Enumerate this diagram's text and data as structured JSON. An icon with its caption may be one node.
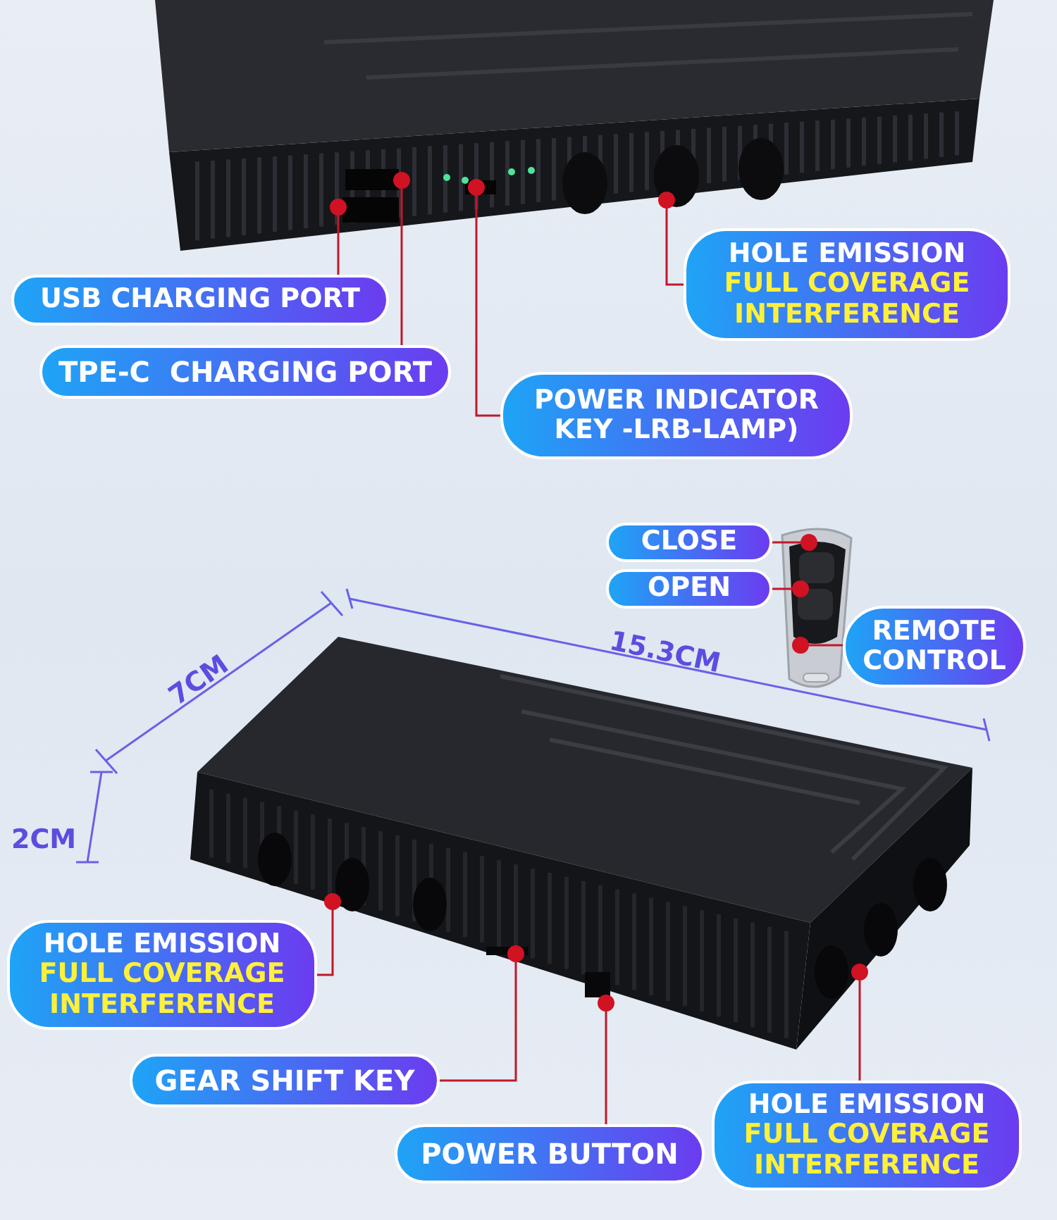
{
  "diagram": {
    "nodes": [
      {
        "text": [
          "USB CHARGING PORT"
        ]
      },
      {
        "text": [
          "TPE-C  CHARGING PORT"
        ]
      },
      {
        "text": [
          "HOLE EMISSION",
          "FULL COVERAGE INTERFERENCE"
        ]
      },
      {
        "text": [
          "POWER INDICATOR KEY -LRB-LAMP)"
        ]
      },
      {
        "text": [
          "CLOSE"
        ]
      },
      {
        "text": [
          "OPEN"
        ]
      },
      {
        "text": [
          "REMOTE CONTROL"
        ]
      },
      {
        "text": [
          "HOLE EMISSION",
          "FULL COVERAGE INTERFERENCE"
        ]
      },
      {
        "text": [
          "GEAR SHIFT KEY"
        ]
      },
      {
        "text": [
          "POWER BUTTON"
        ]
      },
      {
        "text": [
          "HOLE EMISSION",
          "FULL COVERAGE INTERFERENCE"
        ]
      },
      {
        "text": [],
        "shape": "picture"
      }
    ],
    "edges": [
      {
        "from": 0,
        "to": null,
        "arrow": "other"
      },
      {
        "from": 1,
        "to": null,
        "arrow": "other"
      },
      {
        "from": 2,
        "to": null,
        "arrow": "other"
      },
      {
        "from": 3,
        "to": null,
        "arrow": "other"
      },
      {
        "from": 4,
        "to": 11,
        "arrow": "other"
      },
      {
        "from": 5,
        "to": 11,
        "arrow": "other"
      },
      {
        "from": 6,
        "to": 11,
        "arrow": "other"
      },
      {
        "from": 7,
        "to": null,
        "arrow": "other"
      },
      {
        "from": 8,
        "to": null,
        "arrow": "other"
      },
      {
        "from": 9,
        "to": null,
        "arrow": "other"
      },
      {
        "from": 10,
        "to": null,
        "arrow": "other"
      }
    ],
    "labels": [
      "7CM",
      "15.3CM",
      "2CM"
    ]
  }
}
